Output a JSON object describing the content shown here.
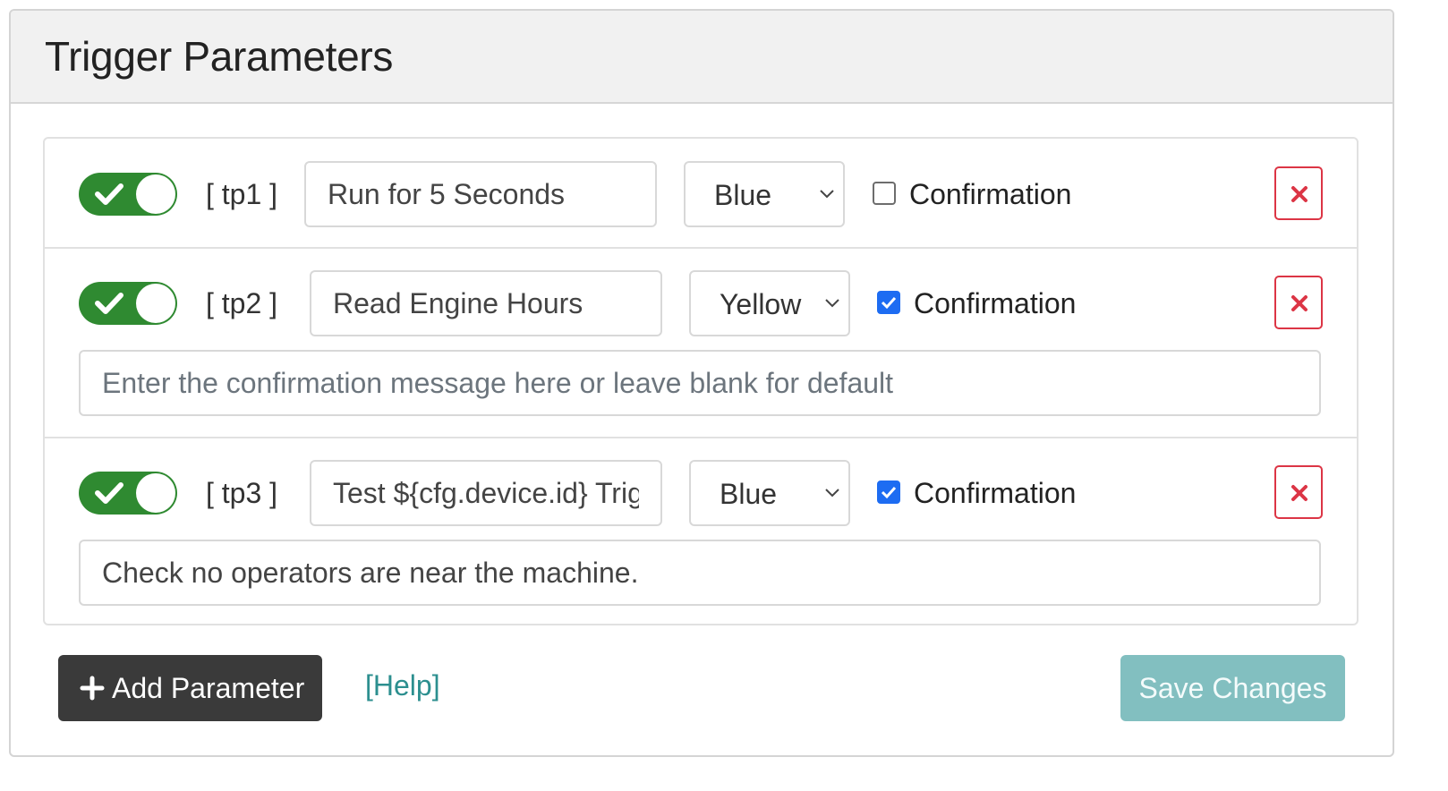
{
  "header": {
    "title": "Trigger Parameters"
  },
  "parameters": [
    {
      "enabled": true,
      "tag": "[ tp1 ]",
      "name": "Run for 5 Seconds",
      "color": "Blue",
      "confirmation": false,
      "confirmation_label": "Confirmation"
    },
    {
      "enabled": true,
      "tag": "[ tp2 ]",
      "name": "Read Engine Hours",
      "color": "Yellow",
      "confirmation": true,
      "confirmation_label": "Confirmation",
      "message_value": "",
      "message_placeholder": "Enter the confirmation message here or leave blank for default"
    },
    {
      "enabled": true,
      "tag": "[ tp3 ]",
      "name": "Test ${cfg.device.id} Trig",
      "color": "Blue",
      "confirmation": true,
      "confirmation_label": "Confirmation",
      "message_value": "Check no operators are near the machine.",
      "message_placeholder": ""
    }
  ],
  "footer": {
    "add_label": "Add Parameter",
    "help_label": "[Help]",
    "save_label": "Save Changes"
  },
  "colors": {
    "toggle_on": "#2f8a31",
    "danger": "#dc3545",
    "checkbox_on": "#1d6cf2",
    "add_button": "#3a3a3a",
    "save_button": "#82bfc0",
    "help_link": "#2c8f8f"
  },
  "icons": {
    "toggle": "check-icon",
    "select": "chevron-down-icon",
    "delete": "close-icon",
    "add": "plus-icon"
  }
}
